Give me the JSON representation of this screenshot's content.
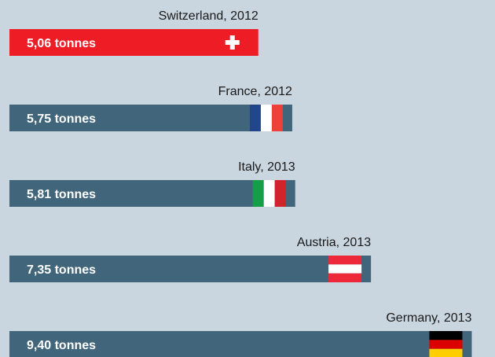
{
  "chart_data": {
    "type": "bar",
    "orientation": "horizontal",
    "unit": "tonnes",
    "categories": [
      "Switzerland, 2012",
      "France, 2012",
      "Italy, 2013",
      "Austria, 2013",
      "Germany, 2013"
    ],
    "values": [
      5.06,
      5.75,
      5.81,
      7.35,
      9.4
    ],
    "value_labels": [
      "5,06 tonnes",
      "5,75 tonnes",
      "5,81 tonnes",
      "7,35 tonnes",
      "9,40 tonnes"
    ],
    "flags": [
      "switzerland-flag",
      "france-flag",
      "italy-flag",
      "austria-flag",
      "germany-flag"
    ],
    "highlight_index": 0,
    "colors": {
      "default_bar": "#41657a",
      "highlight_bar": "#ee1c25",
      "background": "#c9d5df"
    },
    "grid": false,
    "legend": "none"
  }
}
